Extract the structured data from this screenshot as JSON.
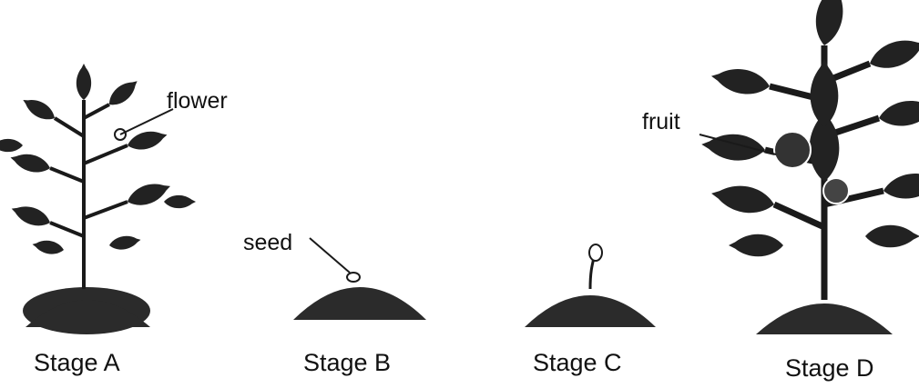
{
  "stages": [
    {
      "id": "A",
      "label": "Stage A"
    },
    {
      "id": "B",
      "label": "Stage B"
    },
    {
      "id": "C",
      "label": "Stage C"
    },
    {
      "id": "D",
      "label": "Stage D"
    }
  ],
  "annotations": {
    "flower": "flower",
    "seed": "seed",
    "fruit": "fruit"
  },
  "colors": {
    "ink": "#1a1a1a",
    "soil": "#2b2b2b",
    "leaf": "#222222",
    "highlight": "#ffffff"
  }
}
